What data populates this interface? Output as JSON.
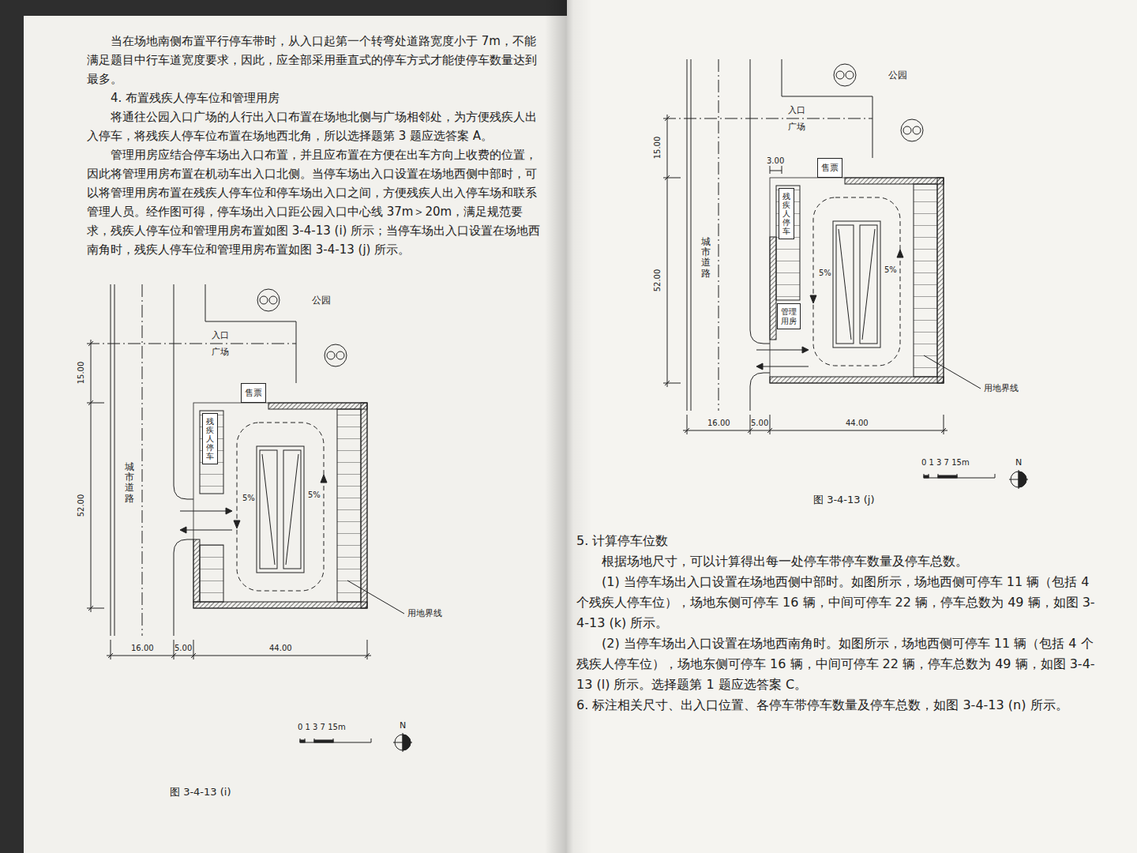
{
  "diagram": {
    "nodes": [
      {
        "text": [
          "售票"
        ]
      },
      {
        "text": [
          "残疾人停车"
        ]
      },
      {
        "text": [
          "售票"
        ]
      },
      {
        "text": [
          "残疾人停车"
        ]
      },
      {
        "text": [
          "管理用房"
        ]
      }
    ],
    "labels": [
      "当在场地南侧布置平行停车带时，从入口起第一个转弯处道路宽度小于 7m，不能满足题目中行车道宽度要求，因此，应全部采用垂直式的停车方式才能使停车数量达到最多。",
      "4. 布置残疾人停车位和管理用房",
      "将通往公园入口广场的人行出入口布置在场地北侧与广场相邻处，为方便残疾人出入停车，将残疾人停车位布置在场地西北角，所以选择题第 3 题应选答案 A。",
      "管理用房应结合停车场出入口布置，并且应布置在方便在出车方向上收费的位置，因此将管理用房布置在机动车出入口北侧。当停车场出入口设置在场地西侧中部时，可以将管理用房布置在残疾人停车位和停车场出入口之间，方便残疾人出入停车场和联系管理人员。经作图可得，停车场出入口距公园入口中心线 37m＞20m，满足规范要求，残疾人停车位和管理用房布置如图 3-4-13 (i) 所示；当停车场出入口设置在场地西南角时，残疾人停车位和管理用房布置如图 3-4-13 (j) 所示。",
      "公园",
      "入口",
      "广场",
      "城市道路",
      "15.00",
      "52.00",
      "16.00",
      "5.00",
      "44.00",
      "5%",
      "5%",
      "用地界线",
      "0 1 3 7 15m",
      "N",
      "图 3-4-13 (i)",
      "公园",
      "入口",
      "广场",
      "城市道路",
      "3.00",
      "15.00",
      "52.00",
      "16.00",
      "5.00",
      "44.00",
      "5%",
      "5%",
      "用地界线",
      "0 1 3 7 15m",
      "N",
      "图 3-4-13 (j)",
      "5. 计算停车位数",
      "根据场地尺寸，可以计算得出每一处停车带停车数量及停车总数。",
      "(1) 当停车场出入口设置在场地西侧中部时。如图所示，场地西侧可停车 11 辆（包括 4 个残疾人停车位），场地东侧可停车 16 辆，中间可停车 22 辆，停车总数为 49 辆，如图 3-4-13 (k) 所示。",
      "(2) 当停车场出入口设置在场地西南角时。如图所示，场地西侧可停车 11 辆（包括 4 个残疾人停车位），场地东侧可停车 16 辆，中间可停车 22 辆，停车总数为 49 辆，如图 3-4-13 (l) 所示。选择题第 1 题应选答案 C。",
      "6. 标注相关尺寸、出入口位置、各停车带停车数量及停车总数，如图 3-4-13 (n) 所示。"
    ]
  }
}
